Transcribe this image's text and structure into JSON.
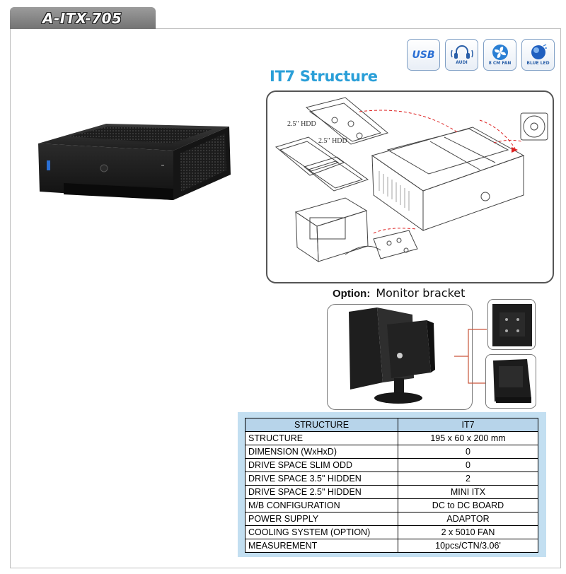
{
  "header": {
    "title": "A-ITX-705"
  },
  "features": [
    {
      "icon": "usb-icon",
      "label": "USB"
    },
    {
      "icon": "audio-icon",
      "label": "AUDI"
    },
    {
      "icon": "fan-icon",
      "label": "8 CM FAN"
    },
    {
      "icon": "blue-led-icon",
      "label": "BLUE LED"
    }
  ],
  "structure": {
    "heading": "IT7 Structure",
    "hdd_label_1": "2.5\" HDD",
    "hdd_label_2": "2.5\" HDD"
  },
  "option": {
    "key": "Option:",
    "value": "Monitor bracket"
  },
  "spec_table": {
    "headers": [
      "STRUCTURE",
      "IT7"
    ],
    "rows": [
      [
        "STRUCTURE",
        "195 x 60 x 200 mm"
      ],
      [
        "DIMENSION (WxHxD)",
        "0"
      ],
      [
        "DRIVE SPACE SLIM ODD",
        "0"
      ],
      [
        "DRIVE SPACE 3.5\" HIDDEN",
        "2"
      ],
      [
        "DRIVE SPACE 2.5\" HIDDEN",
        "MINI ITX"
      ],
      [
        "M/B CONFIGURATION",
        "DC to DC BOARD"
      ],
      [
        "POWER SUPPLY",
        "ADAPTOR"
      ],
      [
        "COOLING SYSTEM (OPTION)",
        "2 x 5010 FAN"
      ],
      [
        "MEASUREMENT",
        "10pcs/CTN/3.06'"
      ]
    ]
  }
}
